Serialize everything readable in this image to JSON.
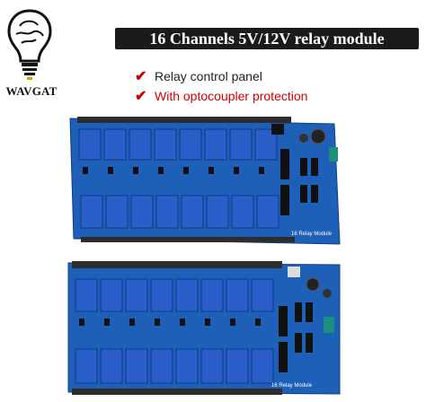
{
  "brand": {
    "name": "WAVGAT",
    "logo_icon": "lightbulb-brain-icon"
  },
  "banner": {
    "title": "16 Channels 5V/12V relay module"
  },
  "features": [
    {
      "text": "Relay control panel",
      "icon": "check-icon",
      "color": "#222222"
    },
    {
      "text": "With optocoupler protection",
      "icon": "check-icon",
      "color": "#d40000"
    }
  ],
  "boards": {
    "top": {
      "module_label": "16 Relay Module",
      "relay_count": 16
    },
    "bottom": {
      "module_label": "16 Relay Module",
      "relay_count": 16
    }
  },
  "colors": {
    "pcb": "#1e5fb8",
    "relay": "#2a5ec8",
    "banner": "#1b1b1b",
    "check": "#c00000"
  }
}
